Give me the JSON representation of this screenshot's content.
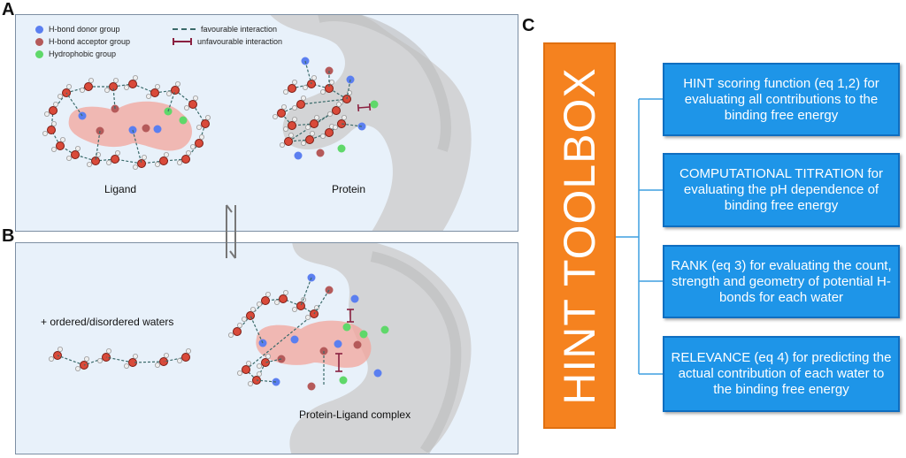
{
  "panels": {
    "a": "A",
    "b": "B",
    "c": "C"
  },
  "legend": {
    "donor": "H-bond donor group",
    "acceptor": "H-bond acceptor group",
    "hydrophobic": "Hydrophobic group",
    "favourable": "favourable interaction",
    "unfavourable": "unfavourable interaction"
  },
  "labels": {
    "ligand": "Ligand",
    "protein": "Protein",
    "waters": "+ ordered/disordered waters",
    "complex": "Protein-Ligand complex"
  },
  "toolbox": {
    "title": "HINT TOOLBOX",
    "items": [
      "HINT scoring function (eq 1,2) for evaluating all contributions to the binding free energy",
      "COMPUTATIONAL TITRATION for evaluating the pH dependence of binding free energy",
      "RANK (eq 3) for evaluating the count, strength and geometry of potential H-bonds for each water",
      "RELEVANCE (eq 4) for predicting the actual contribution of each water to the binding free energy"
    ]
  },
  "colors": {
    "donor": "#5b7ff0",
    "acceptor": "#b55a5a",
    "hydrophobic": "#5fd86a",
    "toolbox": "#f5821f",
    "box": "#1e95e8"
  }
}
